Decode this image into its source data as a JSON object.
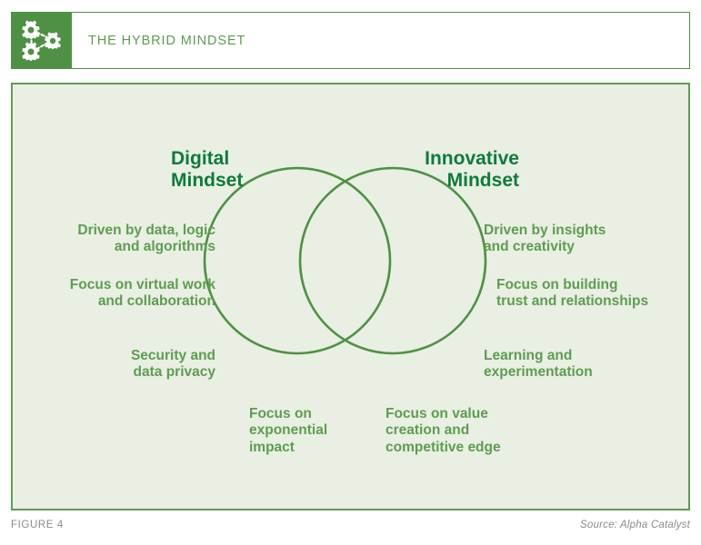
{
  "header": {
    "title": "THE HYBRID MINDSET",
    "logo_icon": "gears-network-icon",
    "logo_bg": "#4e9144",
    "title_color": "#5e9c52",
    "border_color": "#4e9144"
  },
  "panel": {
    "background": "#e9efe2",
    "border_color": "#5e9c52"
  },
  "diagram": {
    "type": "venn",
    "stroke_color": "#4e9144",
    "heading_color": "#0f7a3d",
    "label_color": "#5e9c52",
    "headings": {
      "left": "Digital\nMindset",
      "right": "Innovative\nMindset"
    },
    "left_labels": [
      "Driven by data, logic\nand algorithms",
      "Focus on virtual work\nand collaboration",
      "Security and\ndata privacy"
    ],
    "right_labels": [
      "Driven by insights\nand creativity",
      "Focus on building\ntrust and relationships",
      "Learning and\nexperimentation"
    ],
    "bottom_labels": [
      "Focus on\nexponential\nimpact",
      "Focus on value\ncreation and\ncompetitive edge"
    ]
  },
  "footer": {
    "figure_number": "FIGURE 4",
    "source": "Source: Alpha Catalyst",
    "text_color": "#8b8b8b"
  }
}
